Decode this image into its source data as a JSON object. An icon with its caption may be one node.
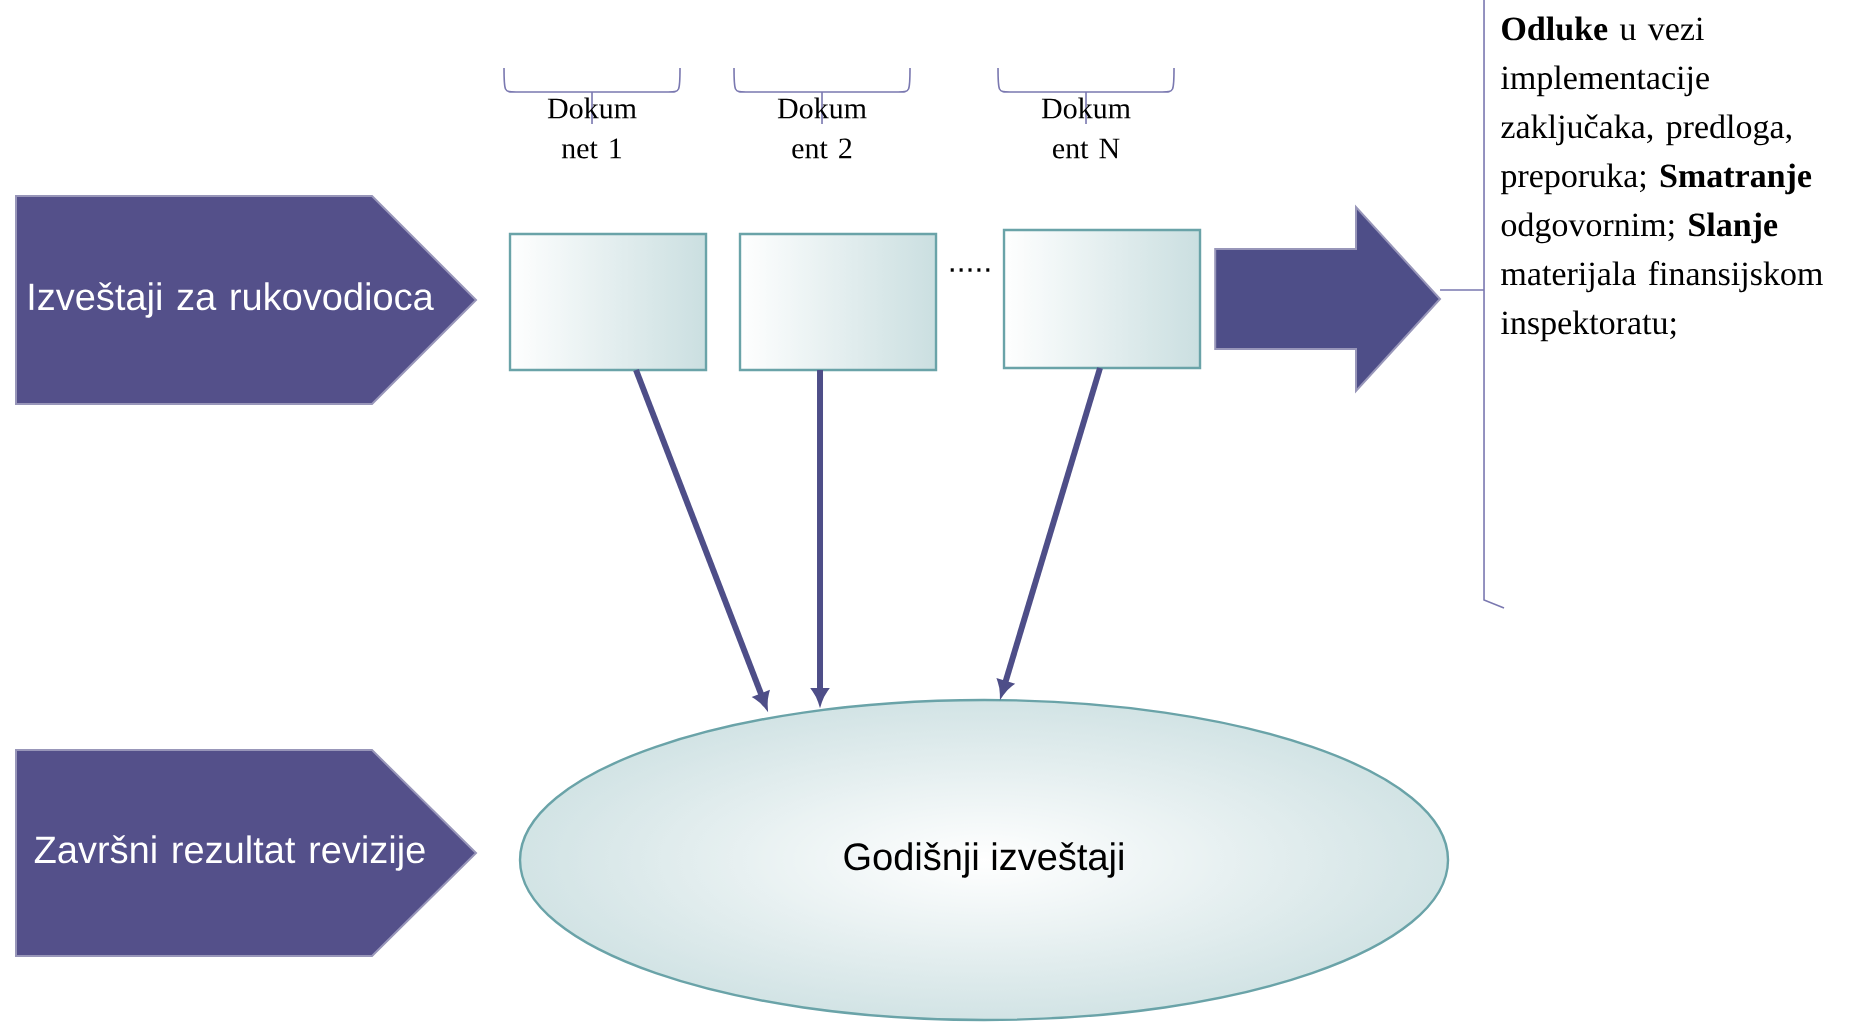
{
  "diagram": {
    "nodes": [
      {
        "text": [
          "Izveštaji za rukovodioca"
        ]
      },
      {
        "text": [],
        "shape": "box",
        "beside": [
          "Dokum net 1"
        ]
      },
      {
        "text": [],
        "shape": "box",
        "beside": [
          "Dokum ent 2"
        ]
      },
      {
        "text": [],
        "shape": "box",
        "beside": [
          "Dokum ent N"
        ]
      },
      {
        "text": [
          "**Odluke** u vezi implementacije zaključaka, predloga, preporuka; **Smatranje** odgovornim; **Slanje** materijala finansijskom inspektoratu;"
        ]
      },
      {
        "text": [
          "Završni rezultat revizije"
        ]
      },
      {
        "text": [
          "Godišnji izveštaji"
        ]
      }
    ],
    "edges": [
      {
        "from": 3,
        "to": 4,
        "arrow": "to",
        "style": "thick"
      },
      {
        "from": 1,
        "to": 6,
        "arrow": "to"
      },
      {
        "from": 2,
        "to": 6,
        "arrow": "to"
      },
      {
        "from": 3,
        "to": 6,
        "arrow": "to"
      }
    ],
    "labels": [
      "....."
    ]
  }
}
